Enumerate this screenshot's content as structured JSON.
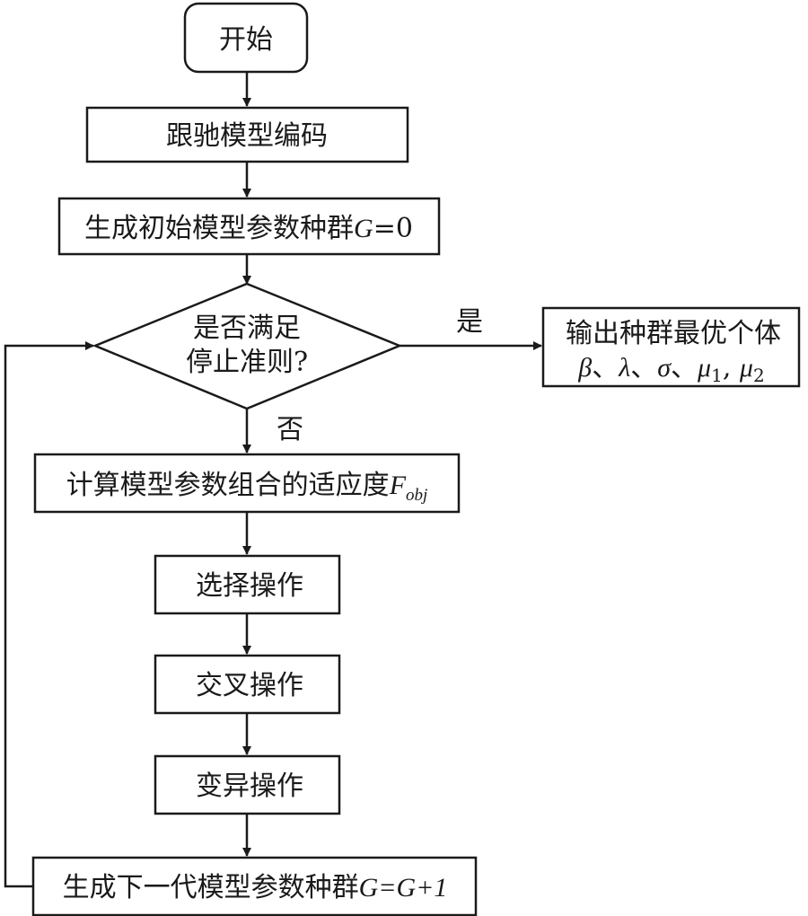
{
  "flowchart": {
    "start": "开始",
    "encode": "跟驰模型编码",
    "init_population": {
      "text": "生成初始模型参数种群",
      "variable": "G",
      "equals": "=0"
    },
    "decision": {
      "line1": "是否满足",
      "line2": "停止准则?"
    },
    "yes_label": "是",
    "no_label": "否",
    "output": {
      "line1": "输出种群最优个体",
      "params": {
        "beta": "β",
        "sep1": "、",
        "lambda": "λ",
        "sep2": "、",
        "sigma": "σ",
        "sep3": "、",
        "mu": "μ",
        "mu1_sub": "1",
        "comma": ", ",
        "mu2_sub": "2"
      }
    },
    "fitness": {
      "text": "计算模型参数组合的适应度",
      "symbol": "F",
      "subscript": "obj"
    },
    "selection": "选择操作",
    "crossover": "交叉操作",
    "mutation": "变异操作",
    "next_gen": {
      "text": "生成下一代模型参数种群",
      "expr": "G=G+1"
    }
  }
}
